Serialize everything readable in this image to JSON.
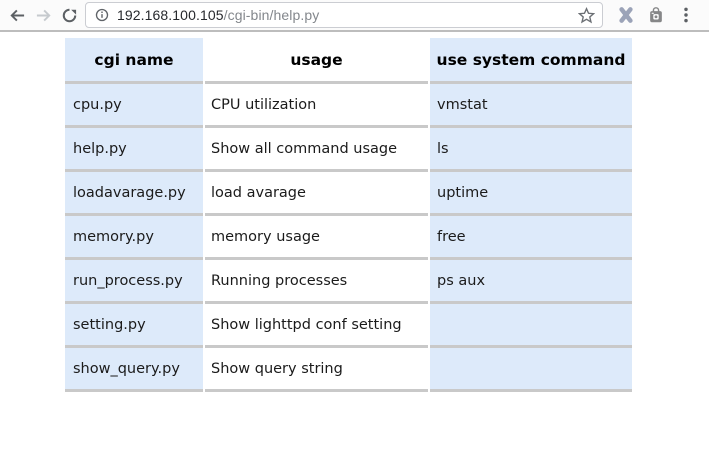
{
  "browser": {
    "address": {
      "host": "192.168.100.105",
      "path": "/cgi-bin/help.py"
    },
    "icons": {
      "back": "back-arrow",
      "forward": "forward-arrow",
      "refresh": "reload-circular-arrow",
      "page_info": "info-circle",
      "bookmark": "star-outline",
      "extension1": "avast-logo",
      "extension2": "shopping-bag-camera",
      "menu": "three-vertical-dots"
    }
  },
  "table": {
    "headers": [
      "cgi name",
      "usage",
      "use system command"
    ],
    "rows": [
      [
        "cpu.py",
        "CPU utilization",
        "vmstat"
      ],
      [
        "help.py",
        "Show all command usage",
        "ls"
      ],
      [
        "loadavarage.py",
        "load avarage",
        "uptime"
      ],
      [
        "memory.py",
        "memory usage",
        "free"
      ],
      [
        "run_process.py",
        "Running processes",
        "ps aux"
      ],
      [
        "setting.py",
        "Show lighttpd conf setting",
        ""
      ],
      [
        "show_query.py",
        "Show query string",
        ""
      ]
    ]
  },
  "colors": {
    "row_blue": "#ddeafa",
    "divider_gray": "#c9c9c9",
    "toolbar_border": "#bdbdbd",
    "url_host": "#27292d",
    "url_path": "#83878c",
    "icon_gray": "#5c6064",
    "icon_disabled": "#c6cace",
    "avast_slate": "#9ba3b8",
    "bag_gray": "#868788"
  }
}
